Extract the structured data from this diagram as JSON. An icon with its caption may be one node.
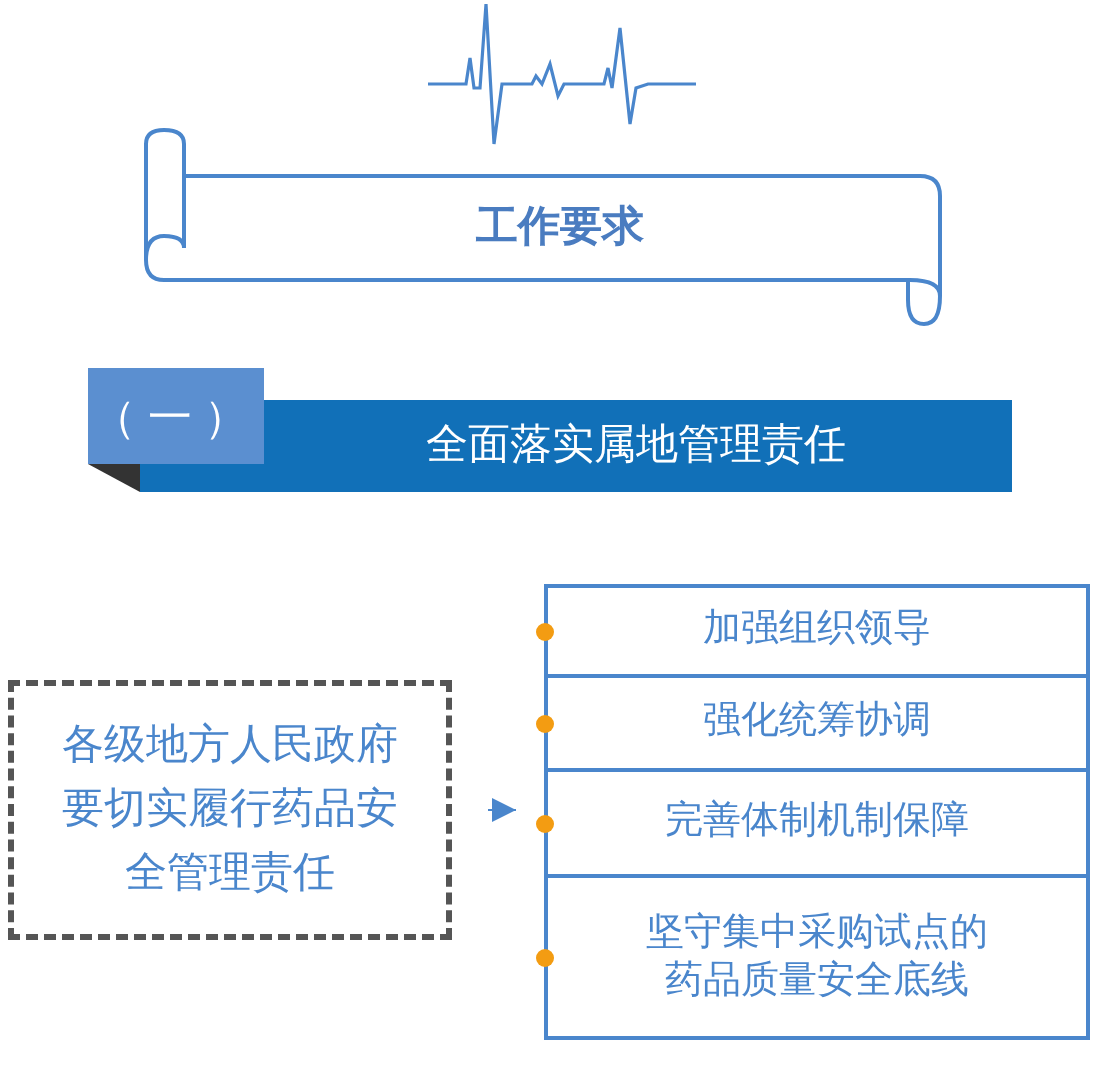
{
  "diagram": {
    "nodes": [
      {
        "text": [
          "工作要求"
        ]
      },
      {
        "text": [
          "（一）"
        ]
      },
      {
        "text": [
          "全面落实属地管理责任"
        ]
      },
      {
        "text": [
          "各级地方人民政府要切实履行药品安全管理责任"
        ]
      },
      {
        "text": [],
        "shape": "box"
      },
      {
        "text": [
          "加强组织领导"
        ],
        "in": 4
      },
      {
        "text": [
          "强化统筹协调"
        ],
        "in": 4
      },
      {
        "text": [
          "完善体制机制保障"
        ],
        "in": 4
      },
      {
        "text": [
          "坚守集中采购试点的药品质量安全底线"
        ],
        "in": 4
      }
    ],
    "edges": [
      {
        "from": 3,
        "to": 4,
        "arrow": "to"
      }
    ]
  }
}
